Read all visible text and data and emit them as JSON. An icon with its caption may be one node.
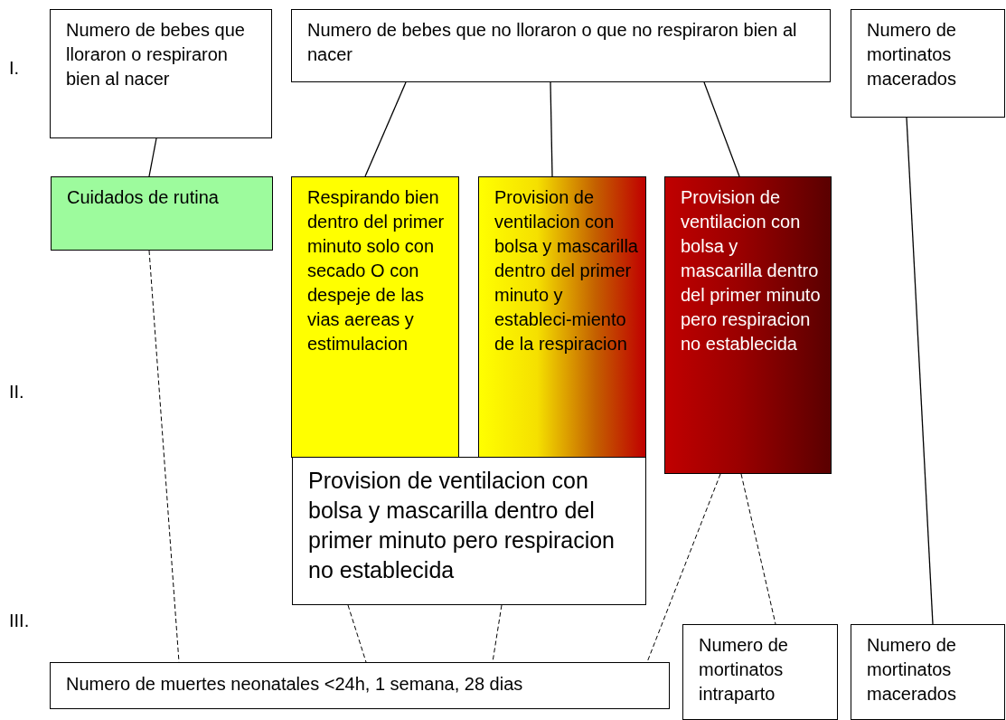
{
  "diagram": {
    "nodes": [
      {
        "text": [
          "Numero de bebes que lloraron o respiraron bien al nacer"
        ]
      },
      {
        "text": [
          "Numero de bebes que no lloraron o que no respiraron bien al nacer"
        ]
      },
      {
        "text": [
          "Numero de mortinatos macerados"
        ]
      },
      {
        "text": [
          "Cuidados de rutina"
        ]
      },
      {
        "text": [
          "Respirando bien dentro del primer minuto solo con secado O con despeje de las vias aereas y estimulacion"
        ]
      },
      {
        "text": [
          "Provision de ventilacion con bolsa y mascarilla dentro del primer minuto y estableci-miento de la respiracion"
        ]
      },
      {
        "text": [
          "Provision de ventilacion con bolsa y mascarilla dentro del primer minuto pero respiracion no establecida"
        ]
      },
      {
        "text": [
          "Provision de ventilacion con bolsa y mascarilla dentro del primer minuto pero respiracion no establecida"
        ]
      },
      {
        "text": [
          "Numero de muertes neonatales <24h, 1 semana, 28 dias"
        ]
      },
      {
        "text": [
          "Numero de mortinatos intraparto"
        ]
      },
      {
        "text": [
          "Numero de mortinatos macerados"
        ]
      }
    ],
    "edges": [
      {
        "from": 0,
        "to": 3,
        "arrow": "none"
      },
      {
        "from": 1,
        "to": 4,
        "arrow": "none"
      },
      {
        "from": 1,
        "to": 5,
        "arrow": "none"
      },
      {
        "from": 1,
        "to": 6,
        "arrow": "none"
      },
      {
        "from": 2,
        "to": 10,
        "arrow": "none"
      },
      {
        "from": 3,
        "to": 8,
        "arrow": "none",
        "style": "dashed"
      },
      {
        "from": 7,
        "to": 8,
        "arrow": "none",
        "style": "dashed"
      },
      {
        "from": 7,
        "to": 8,
        "arrow": "none",
        "style": "dashed"
      },
      {
        "from": 6,
        "to": 8,
        "arrow": "none",
        "style": "dashed"
      },
      {
        "from": 6,
        "to": 9,
        "arrow": "none",
        "style": "dashed"
      }
    ],
    "labels": [
      "I.",
      "II.",
      "III."
    ]
  }
}
